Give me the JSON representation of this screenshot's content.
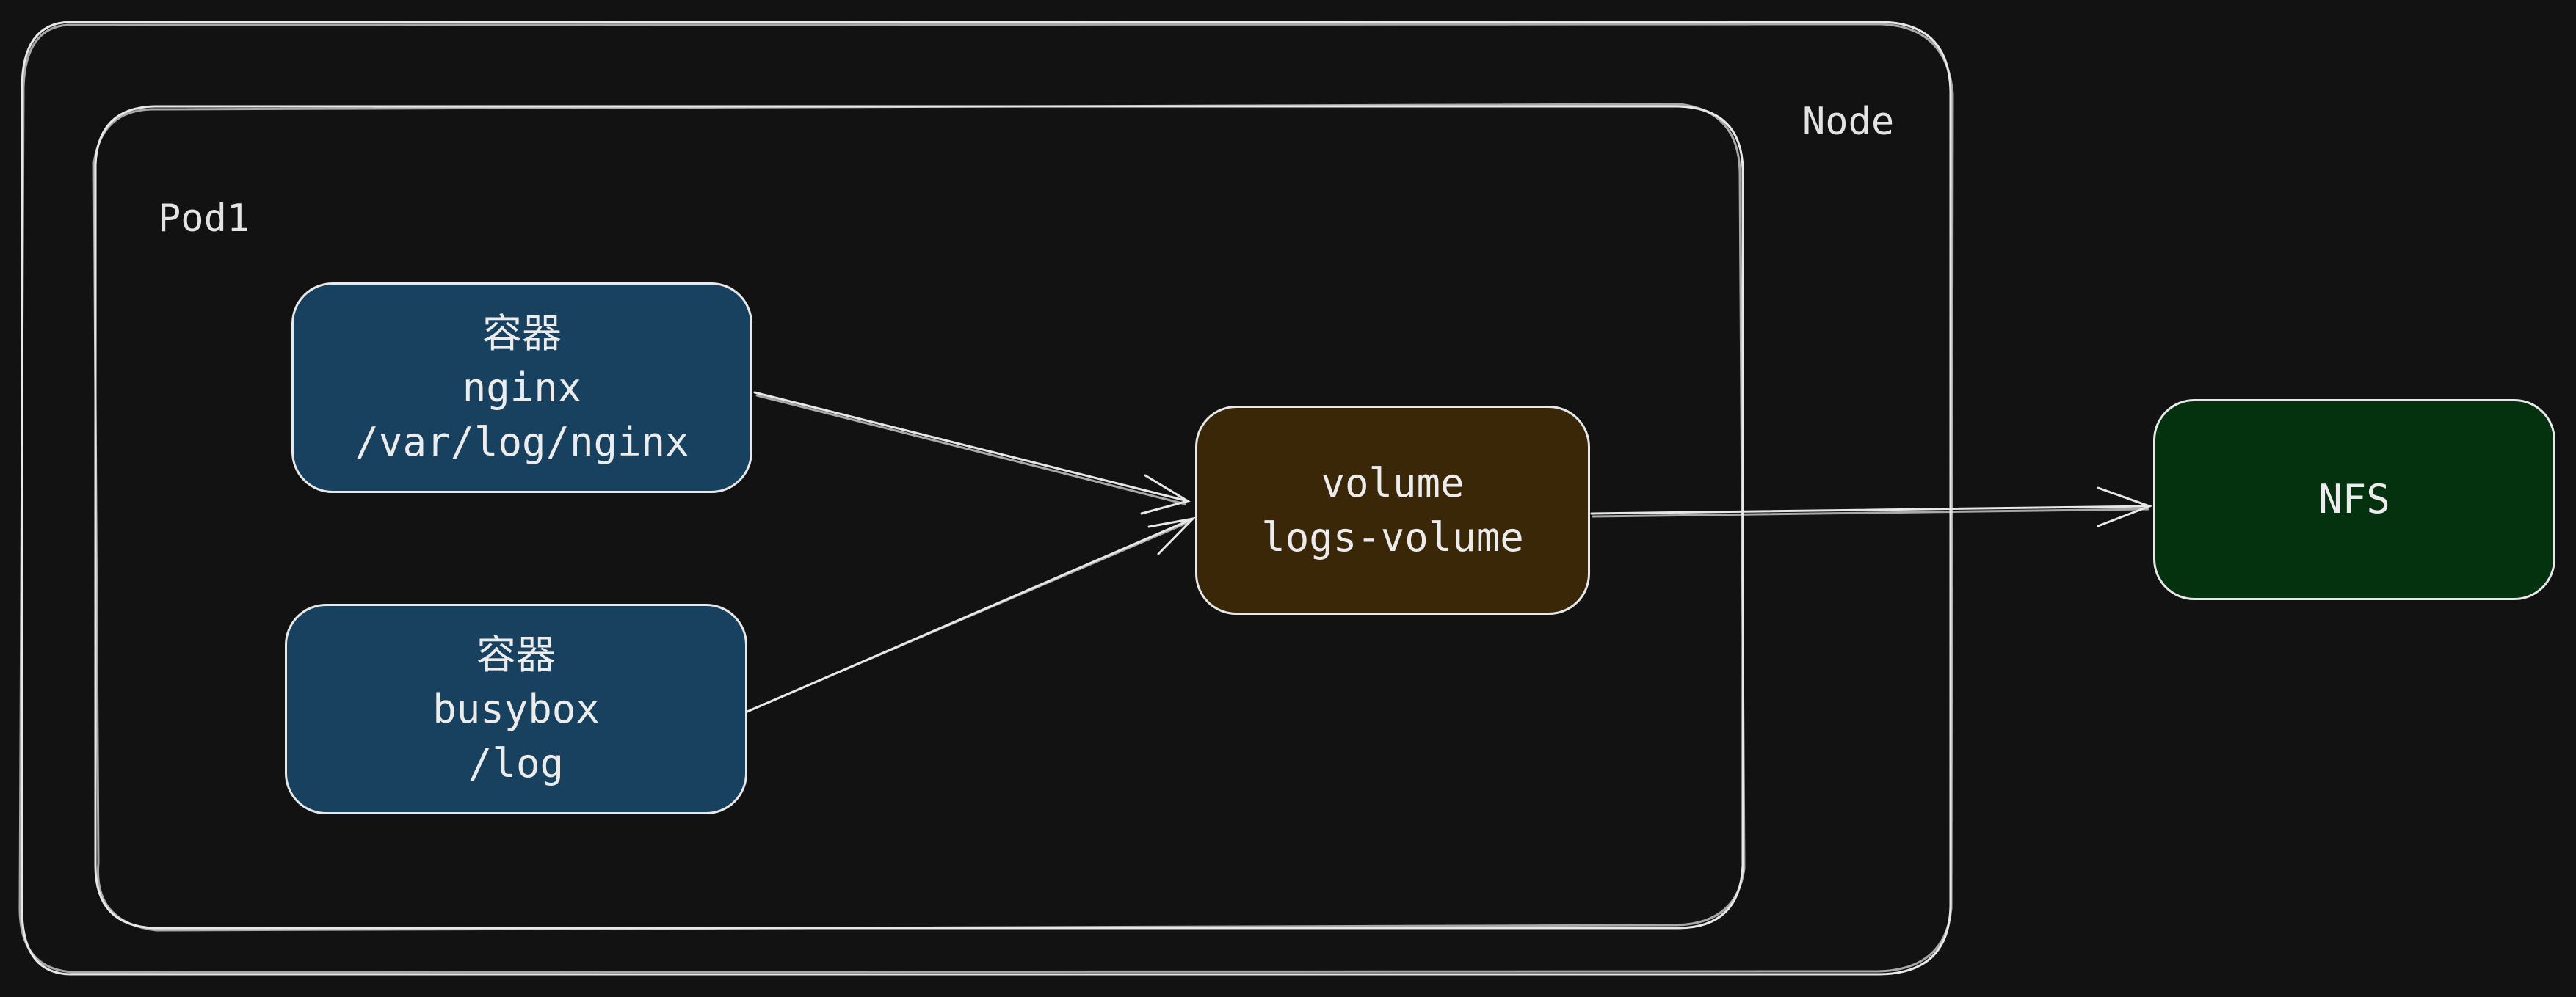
{
  "node": {
    "label": "Node"
  },
  "pod": {
    "label": "Pod1"
  },
  "containers": [
    {
      "title": "容器",
      "name": "nginx",
      "path": "/var/log/nginx"
    },
    {
      "title": "容器",
      "name": "busybox",
      "path": "/log"
    }
  ],
  "volume": {
    "title": "volume",
    "name": "logs-volume"
  },
  "nfs": {
    "label": "NFS"
  },
  "colors": {
    "background": "#121212",
    "stroke": "#e8e8e8",
    "container_fill": "#17415f",
    "volume_fill": "#3a2708",
    "nfs_fill": "#04320f"
  }
}
